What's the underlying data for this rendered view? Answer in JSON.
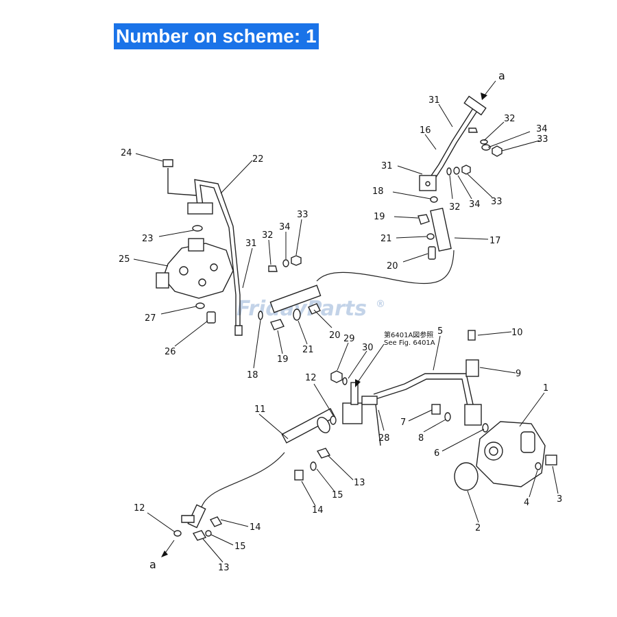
{
  "header": {
    "title": "Number on scheme: 1"
  },
  "watermark": {
    "text": "FridayParts",
    "symbol": "®",
    "color": "#b9cce4"
  },
  "accent_color": "#1a73e8",
  "note": {
    "line1": "第6401A図参照",
    "line2": "See Fig. 6401A"
  },
  "callouts": [
    {
      "n": "a",
      "id": "ref-a-top"
    },
    {
      "n": "31",
      "id": "c31-top"
    },
    {
      "n": "32",
      "id": "c32-top"
    },
    {
      "n": "34",
      "id": "c34-top"
    },
    {
      "n": "33",
      "id": "c33-top"
    },
    {
      "n": "16",
      "id": "c16"
    },
    {
      "n": "31",
      "id": "c31-mid"
    },
    {
      "n": "32",
      "id": "c32-mid"
    },
    {
      "n": "34",
      "id": "c34-mid"
    },
    {
      "n": "33",
      "id": "c33-mid"
    },
    {
      "n": "18",
      "id": "c18-right"
    },
    {
      "n": "19",
      "id": "c19-right"
    },
    {
      "n": "21",
      "id": "c21-right"
    },
    {
      "n": "17",
      "id": "c17"
    },
    {
      "n": "20",
      "id": "c20-right"
    },
    {
      "n": "24",
      "id": "c24"
    },
    {
      "n": "22",
      "id": "c22"
    },
    {
      "n": "23",
      "id": "c23"
    },
    {
      "n": "25",
      "id": "c25"
    },
    {
      "n": "27",
      "id": "c27"
    },
    {
      "n": "26",
      "id": "c26"
    },
    {
      "n": "32",
      "id": "c32-left"
    },
    {
      "n": "34",
      "id": "c34-left"
    },
    {
      "n": "33",
      "id": "c33-left"
    },
    {
      "n": "31",
      "id": "c31-left"
    },
    {
      "n": "18",
      "id": "c18-left"
    },
    {
      "n": "19",
      "id": "c19-left"
    },
    {
      "n": "21",
      "id": "c21-left"
    },
    {
      "n": "20",
      "id": "c20-left"
    },
    {
      "n": "29",
      "id": "c29"
    },
    {
      "n": "30",
      "id": "c30"
    },
    {
      "n": "5",
      "id": "c5"
    },
    {
      "n": "10",
      "id": "c10"
    },
    {
      "n": "9",
      "id": "c9"
    },
    {
      "n": "1",
      "id": "c1"
    },
    {
      "n": "12",
      "id": "c12-mid"
    },
    {
      "n": "11",
      "id": "c11"
    },
    {
      "n": "28",
      "id": "c28"
    },
    {
      "n": "7",
      "id": "c7"
    },
    {
      "n": "8",
      "id": "c8"
    },
    {
      "n": "6",
      "id": "c6"
    },
    {
      "n": "13",
      "id": "c13-mid"
    },
    {
      "n": "15",
      "id": "c15-mid"
    },
    {
      "n": "14",
      "id": "c14-mid"
    },
    {
      "n": "4",
      "id": "c4"
    },
    {
      "n": "3",
      "id": "c3"
    },
    {
      "n": "2",
      "id": "c2"
    },
    {
      "n": "12",
      "id": "c12-low"
    },
    {
      "n": "14",
      "id": "c14-low"
    },
    {
      "n": "15",
      "id": "c15-low"
    },
    {
      "n": "13",
      "id": "c13-low"
    },
    {
      "n": "a",
      "id": "ref-a-low"
    }
  ]
}
